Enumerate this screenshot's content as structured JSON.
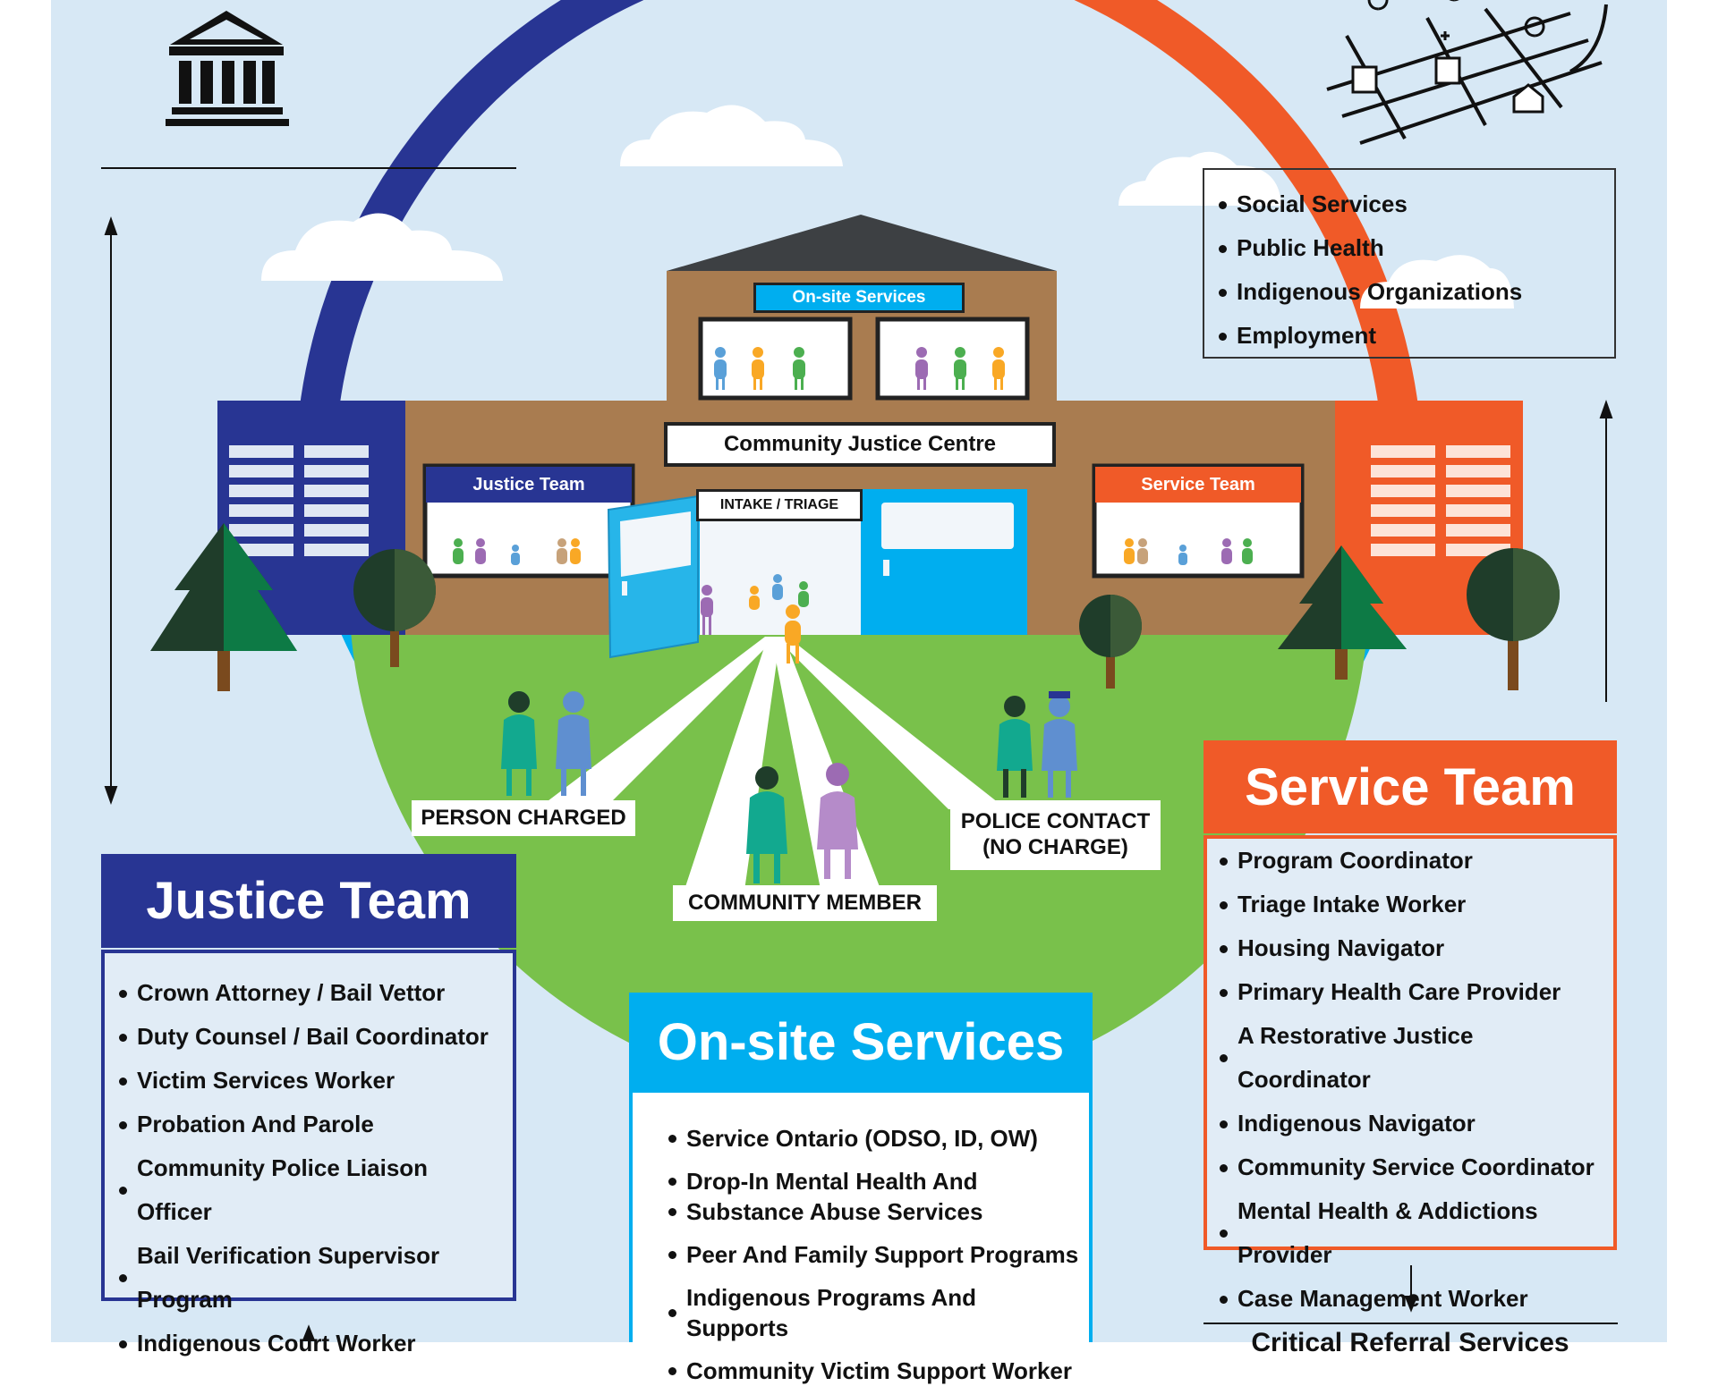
{
  "colors": {
    "background": "#d7e8f5",
    "justice_blue": "#283593",
    "service_orange": "#f05a28",
    "onsite_cyan": "#00aeef",
    "grass_green": "#79c14b",
    "building_brown": "#a97c50"
  },
  "building": {
    "title": "Community Justice Centre",
    "onsite_sign": "On-site Services",
    "justice_sign": "Justice Team",
    "service_sign": "Service Team",
    "intake_sign": "INTAKE / TRIAGE"
  },
  "paths": {
    "person_charged": "PERSON CHARGED",
    "community_member": "COMMUNITY MEMBER",
    "police_contact_line1": "POLICE CONTACT",
    "police_contact_line2": "(NO CHARGE)"
  },
  "community_resources": [
    "Social Services",
    "Public Health",
    "Indigenous Organizations",
    "Employment"
  ],
  "justice_team": {
    "title": "Justice Team",
    "items": [
      "Crown Attorney / Bail Vettor",
      "Duty Counsel / Bail Coordinator",
      "Victim Services Worker",
      "Probation And Parole",
      "Community Police Liaison Officer",
      "Bail Verification Supervisor Program",
      "Indigenous Court Worker"
    ]
  },
  "service_team": {
    "title": "Service Team",
    "items": [
      "Program Coordinator",
      "Triage Intake Worker",
      "Housing Navigator",
      "Primary Health Care Provider",
      "A Restorative Justice Coordinator",
      "Indigenous Navigator",
      "Community Service Coordinator",
      "Mental Health & Addictions Provider",
      "Case Management Worker"
    ]
  },
  "onsite_services": {
    "title": "On-site Services",
    "items": [
      "Service Ontario (ODSO, ID, OW)",
      "Drop-In Mental Health And",
      "Substance Abuse Services",
      "Peer And Family Support Programs",
      "Indigenous Programs And Supports",
      "Community Victim Support Worker"
    ]
  },
  "critical_referral": "Critical Referral Services",
  "icons": [
    "courthouse-icon",
    "community-map-icon",
    "person-figure-icon",
    "police-officer-icon",
    "tree-icon",
    "cloud-icon"
  ]
}
